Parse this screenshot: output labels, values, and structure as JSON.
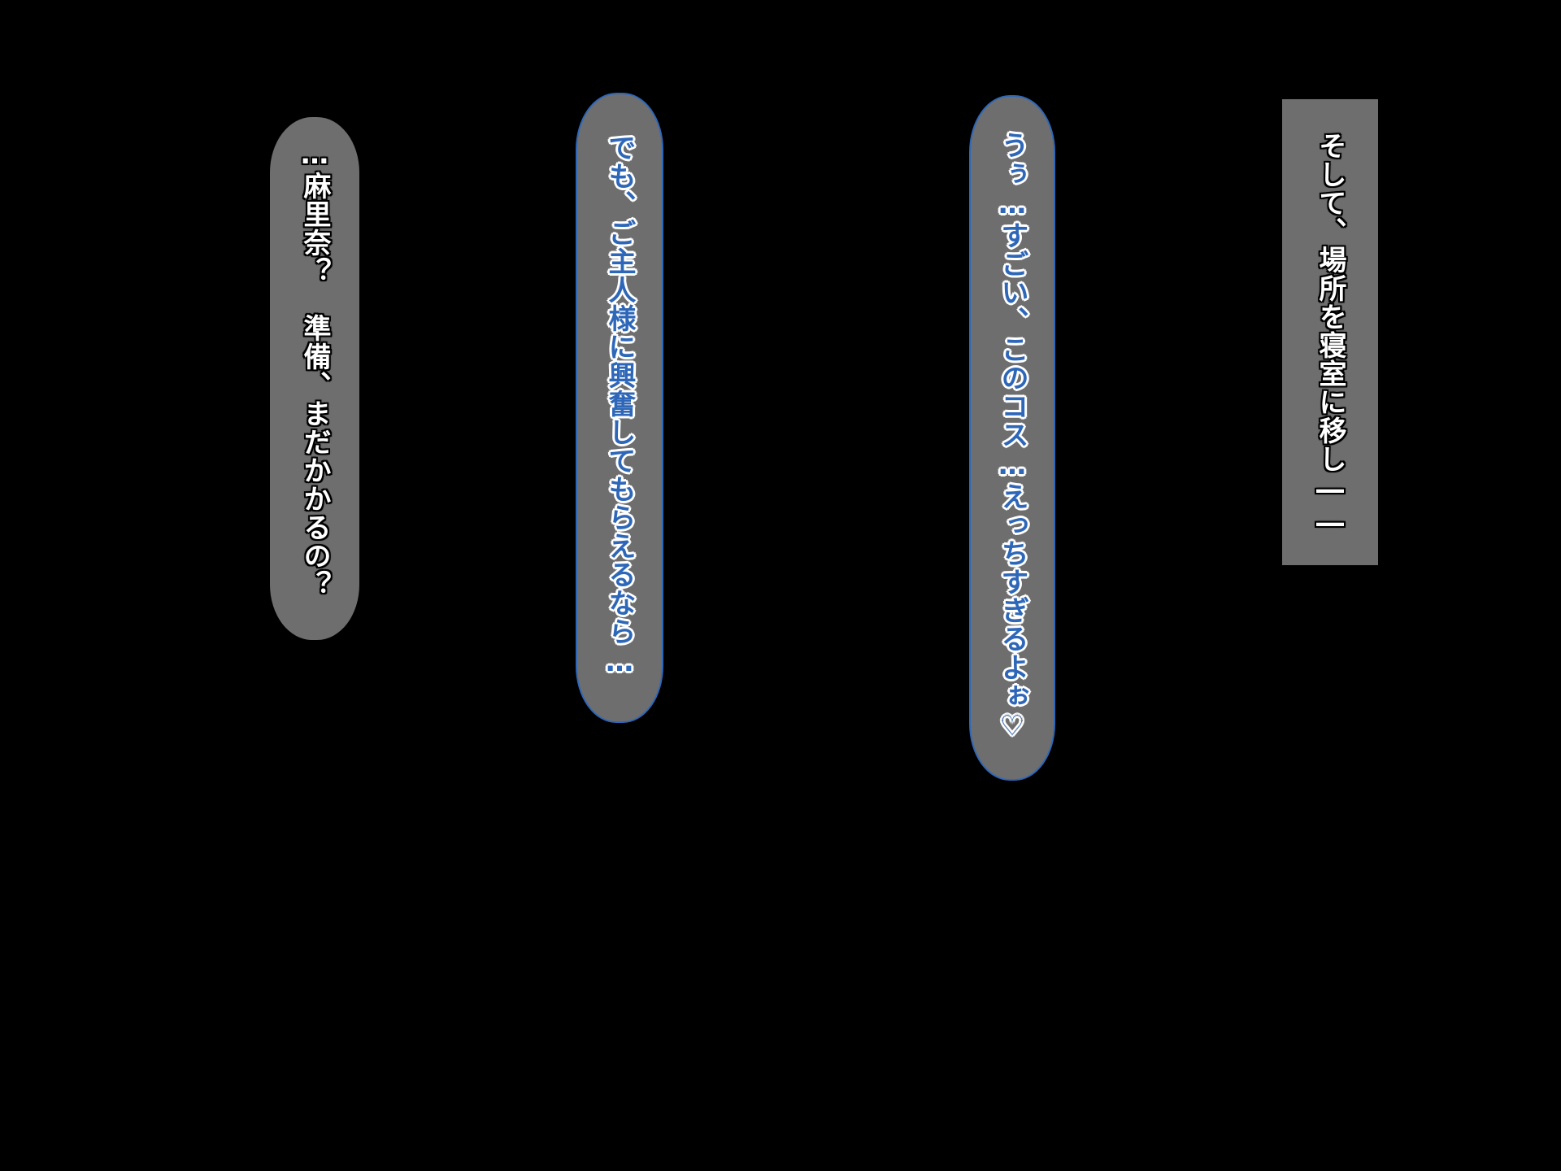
{
  "narration": {
    "text": "そして、場所を寝室に移し――"
  },
  "speech": [
    {
      "text": "うぅ…すごい、このコス…えっちすぎるよぉ♡"
    },
    {
      "text": "でも、ご主人様に興奮してもらえるなら…"
    },
    {
      "text": "…麻里奈？　準備、まだかかるの？"
    }
  ],
  "colors": {
    "background": "#000000",
    "box_fill": "#6e6e6e",
    "bubble_border": "#2e67b8",
    "blue_text": "#2e67b8",
    "white_text": "#ffffff"
  }
}
